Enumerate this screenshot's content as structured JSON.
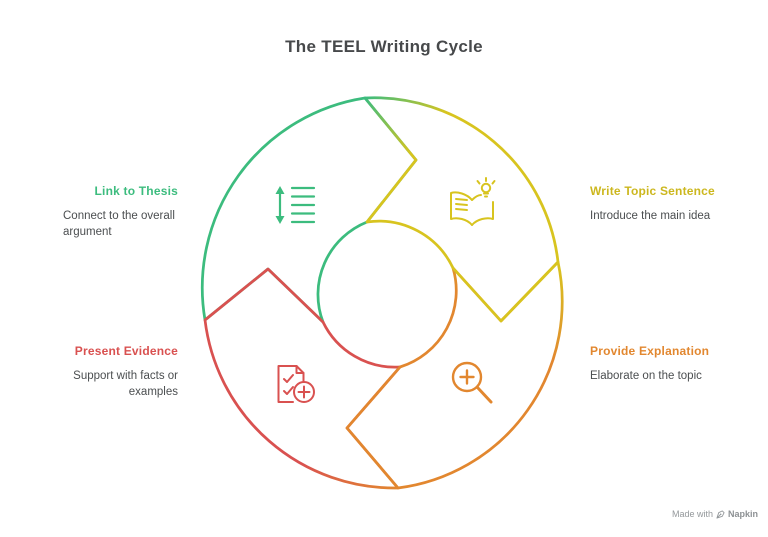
{
  "title": "The TEEL Writing Cycle",
  "steps": [
    {
      "label": "Link to Thesis",
      "lines": [
        "Connect to the overall",
        "argument"
      ],
      "color": "#3cbc7e",
      "icon": "line-spacing-icon",
      "position": "top-left"
    },
    {
      "label": "Write Topic Sentence",
      "lines": [
        "Introduce the main idea"
      ],
      "color": "#ccb71e",
      "icon": "book-idea-icon",
      "position": "top-right"
    },
    {
      "label": "Provide Explanation",
      "lines": [
        "Elaborate on the topic"
      ],
      "color": "#e2872f",
      "icon": "magnifier-plus-icon",
      "position": "bottom-right"
    },
    {
      "label": "Present Evidence",
      "lines": [
        "Support with facts or",
        "examples"
      ],
      "color": "#d95150",
      "icon": "document-check-icon",
      "position": "bottom-left"
    }
  ],
  "arrow_colors": {
    "green": "#3cbc7e",
    "yellow": "#d8c41f",
    "orange": "#e2872f",
    "red": "#d95150"
  },
  "text_color": "#4b4e50",
  "credit": {
    "prefix": "Made with",
    "brand": "Napkin"
  }
}
